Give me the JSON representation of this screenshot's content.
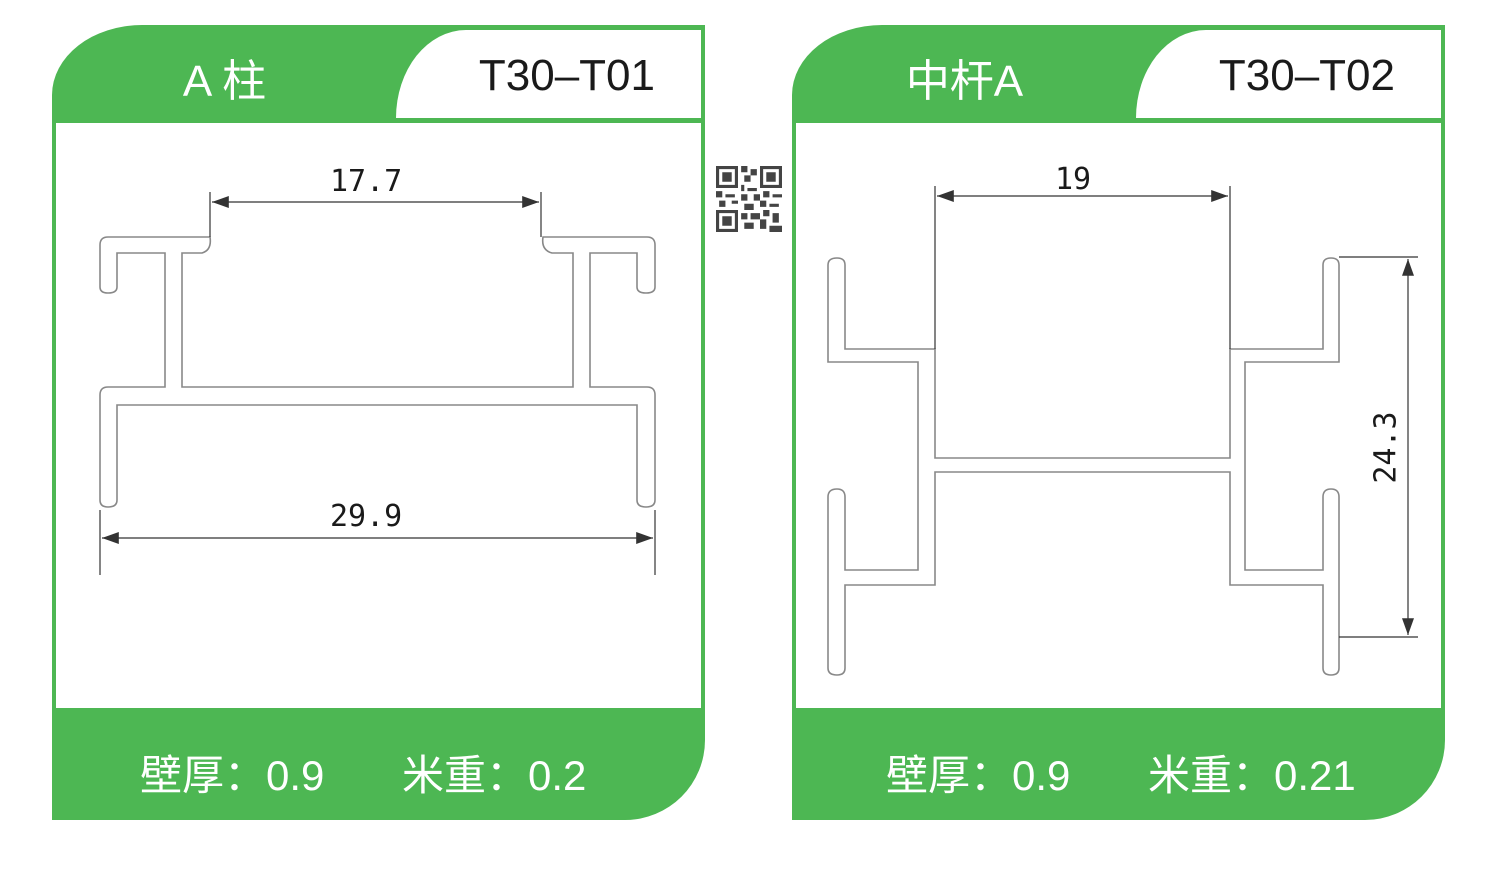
{
  "cards": [
    {
      "title": "A 柱",
      "code": "T30–T01",
      "dims": {
        "top": "17.7",
        "bottom": "29.9"
      },
      "wall_label": "壁厚",
      "wall_value": "0.9",
      "weight_label": "米重",
      "weight_value": "0.2"
    },
    {
      "title": "中杆A",
      "code": "T30–T02",
      "dims": {
        "top": "19",
        "side": "24.3"
      },
      "wall_label": "壁厚",
      "wall_value": "0.9",
      "weight_label": "米重",
      "weight_value": "0.21"
    }
  ],
  "colors": {
    "accent": "#4db753",
    "line": "#888888"
  }
}
